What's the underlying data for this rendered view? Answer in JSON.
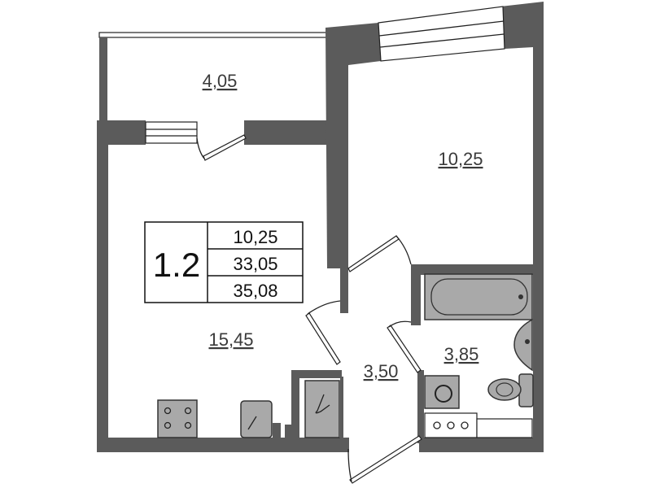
{
  "plan": {
    "apartment_label": "1.2",
    "summary": {
      "living_area": "10,25",
      "total_area": "33,05",
      "total_with_balcony": "35,08"
    },
    "rooms": [
      {
        "name": "balcony",
        "area": "4,05"
      },
      {
        "name": "bedroom",
        "area": "10,25"
      },
      {
        "name": "kitchen-living",
        "area": "15,45"
      },
      {
        "name": "hallway",
        "area": "3,50"
      },
      {
        "name": "bathroom",
        "area": "3,85"
      }
    ],
    "colors": {
      "wall": "#5b5b5b",
      "fixture": "#a9a9a9"
    }
  }
}
